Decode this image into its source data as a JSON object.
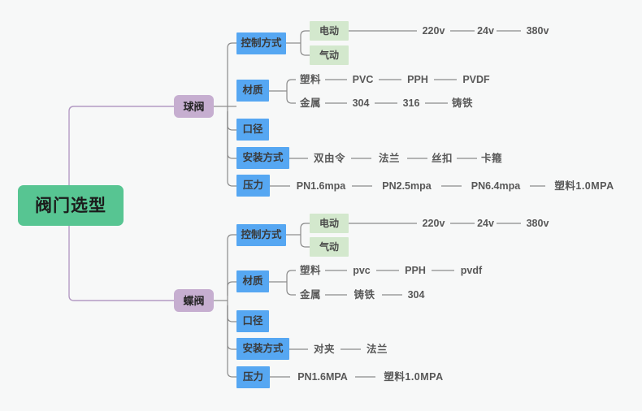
{
  "diagram": {
    "type": "mind-map",
    "title": "阀门选型",
    "background_color": "#f7f8f8",
    "colors": {
      "root": "#57c592",
      "level1": "#c6aed0",
      "level2": "#56a7f2",
      "level3": "#d3e8cd",
      "edge_root": "#b49bc4",
      "edge": "#888888",
      "leaf_text": "#585858"
    },
    "root": {
      "label": "阀门选型"
    },
    "branches": [
      {
        "label": "球阀",
        "attributes": [
          {
            "label": "控制方式",
            "children": [
              {
                "label": "电动",
                "chain": [
                  "220v",
                  "24v",
                  "380v"
                ]
              },
              {
                "label": "气动",
                "chain": []
              }
            ]
          },
          {
            "label": "材质",
            "children": [
              {
                "label": "塑料",
                "chain": [
                  "PVC",
                  "PPH",
                  "PVDF"
                ]
              },
              {
                "label": "金属",
                "chain": [
                  "304",
                  "316",
                  "铸铁"
                ]
              }
            ]
          },
          {
            "label": "口径",
            "children": []
          },
          {
            "label": "安装方式",
            "chain": [
              "双由令",
              "法兰",
              "丝扣",
              "卡箍"
            ]
          },
          {
            "label": "压力",
            "chain": [
              "PN1.6mpa",
              "PN2.5mpa",
              "PN6.4mpa",
              "塑料1.0MPA"
            ]
          }
        ]
      },
      {
        "label": "蝶阀",
        "attributes": [
          {
            "label": "控制方式",
            "children": [
              {
                "label": "电动",
                "chain": [
                  "220v",
                  "24v",
                  "380v"
                ]
              },
              {
                "label": "气动",
                "chain": []
              }
            ]
          },
          {
            "label": "材质",
            "children": [
              {
                "label": "塑料",
                "chain": [
                  "pvc",
                  "PPH",
                  "pvdf"
                ]
              },
              {
                "label": "金属",
                "chain": [
                  "铸铁",
                  "304"
                ]
              }
            ]
          },
          {
            "label": "口径",
            "children": []
          },
          {
            "label": "安装方式",
            "chain": [
              "对夹",
              "法兰"
            ]
          },
          {
            "label": "压力",
            "chain": [
              "PN1.6MPA",
              "塑料1.0MPA"
            ]
          }
        ]
      }
    ],
    "nodes": {
      "root": {
        "label": "阀门选型"
      },
      "b1": {
        "label": "球阀"
      },
      "b1_ctrl": {
        "label": "控制方式"
      },
      "b1_ctrl_ed": {
        "label": "电动"
      },
      "b1_ctrl_ed_1": {
        "label": "220v"
      },
      "b1_ctrl_ed_2": {
        "label": "24v"
      },
      "b1_ctrl_ed_3": {
        "label": "380v"
      },
      "b1_ctrl_qd": {
        "label": "气动"
      },
      "b1_mat": {
        "label": "材质"
      },
      "b1_mat_p": {
        "label": "塑料"
      },
      "b1_mat_p_1": {
        "label": "PVC"
      },
      "b1_mat_p_2": {
        "label": "PPH"
      },
      "b1_mat_p_3": {
        "label": "PVDF"
      },
      "b1_mat_m": {
        "label": "金属"
      },
      "b1_mat_m_1": {
        "label": "304"
      },
      "b1_mat_m_2": {
        "label": "316"
      },
      "b1_mat_m_3": {
        "label": "铸铁"
      },
      "b1_dia": {
        "label": "口径"
      },
      "b1_inst": {
        "label": "安装方式"
      },
      "b1_inst_1": {
        "label": "双由令"
      },
      "b1_inst_2": {
        "label": "法兰"
      },
      "b1_inst_3": {
        "label": "丝扣"
      },
      "b1_inst_4": {
        "label": "卡箍"
      },
      "b1_pres": {
        "label": "压力"
      },
      "b1_pres_1": {
        "label": "PN1.6mpa"
      },
      "b1_pres_2": {
        "label": "PN2.5mpa"
      },
      "b1_pres_3": {
        "label": "PN6.4mpa"
      },
      "b1_pres_4": {
        "label": "塑料1.0MPA"
      },
      "b2": {
        "label": "蝶阀"
      },
      "b2_ctrl": {
        "label": "控制方式"
      },
      "b2_ctrl_ed": {
        "label": "电动"
      },
      "b2_ctrl_ed_1": {
        "label": "220v"
      },
      "b2_ctrl_ed_2": {
        "label": "24v"
      },
      "b2_ctrl_ed_3": {
        "label": "380v"
      },
      "b2_ctrl_qd": {
        "label": "气动"
      },
      "b2_mat": {
        "label": "材质"
      },
      "b2_mat_p": {
        "label": "塑料"
      },
      "b2_mat_p_1": {
        "label": "pvc"
      },
      "b2_mat_p_2": {
        "label": "PPH"
      },
      "b2_mat_p_3": {
        "label": "pvdf"
      },
      "b2_mat_m": {
        "label": "金属"
      },
      "b2_mat_m_1": {
        "label": "铸铁"
      },
      "b2_mat_m_2": {
        "label": "304"
      },
      "b2_dia": {
        "label": "口径"
      },
      "b2_inst": {
        "label": "安装方式"
      },
      "b2_inst_1": {
        "label": "对夹"
      },
      "b2_inst_2": {
        "label": "法兰"
      },
      "b2_pres": {
        "label": "压力"
      },
      "b2_pres_1": {
        "label": "PN1.6MPA"
      },
      "b2_pres_2": {
        "label": "塑料1.0MPA"
      }
    }
  }
}
